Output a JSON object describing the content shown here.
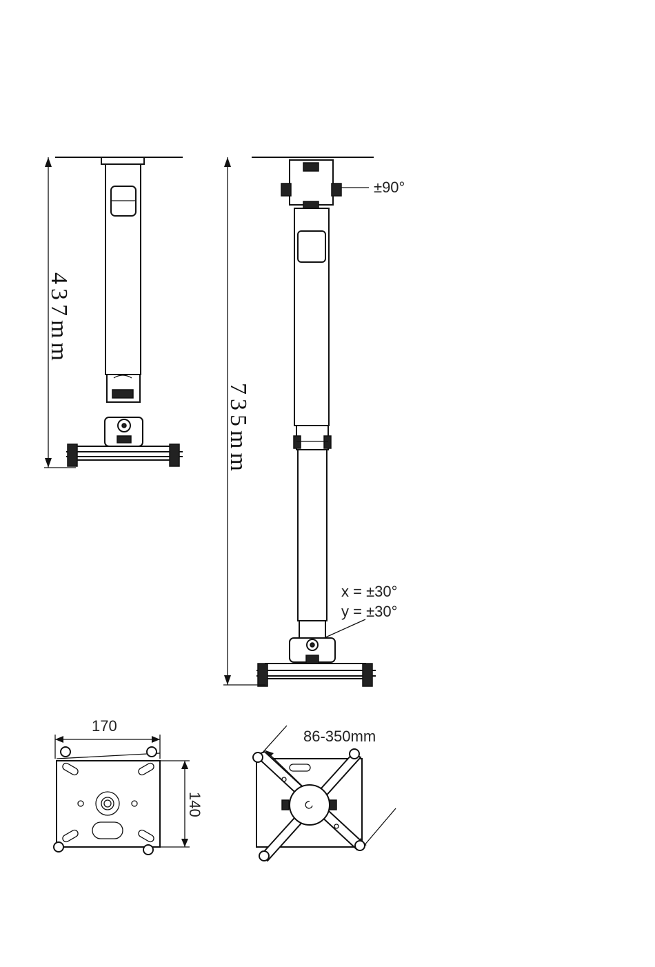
{
  "mount_short": {
    "height_label": "437mm"
  },
  "mount_long": {
    "height_label": "735mm",
    "top_rotation": "±90°",
    "tilt_x": "x = ±30°",
    "tilt_y": "y = ±30°"
  },
  "ceiling_plate": {
    "width": "170",
    "height": "140"
  },
  "adapter_bracket": {
    "range": "86-350mm"
  }
}
